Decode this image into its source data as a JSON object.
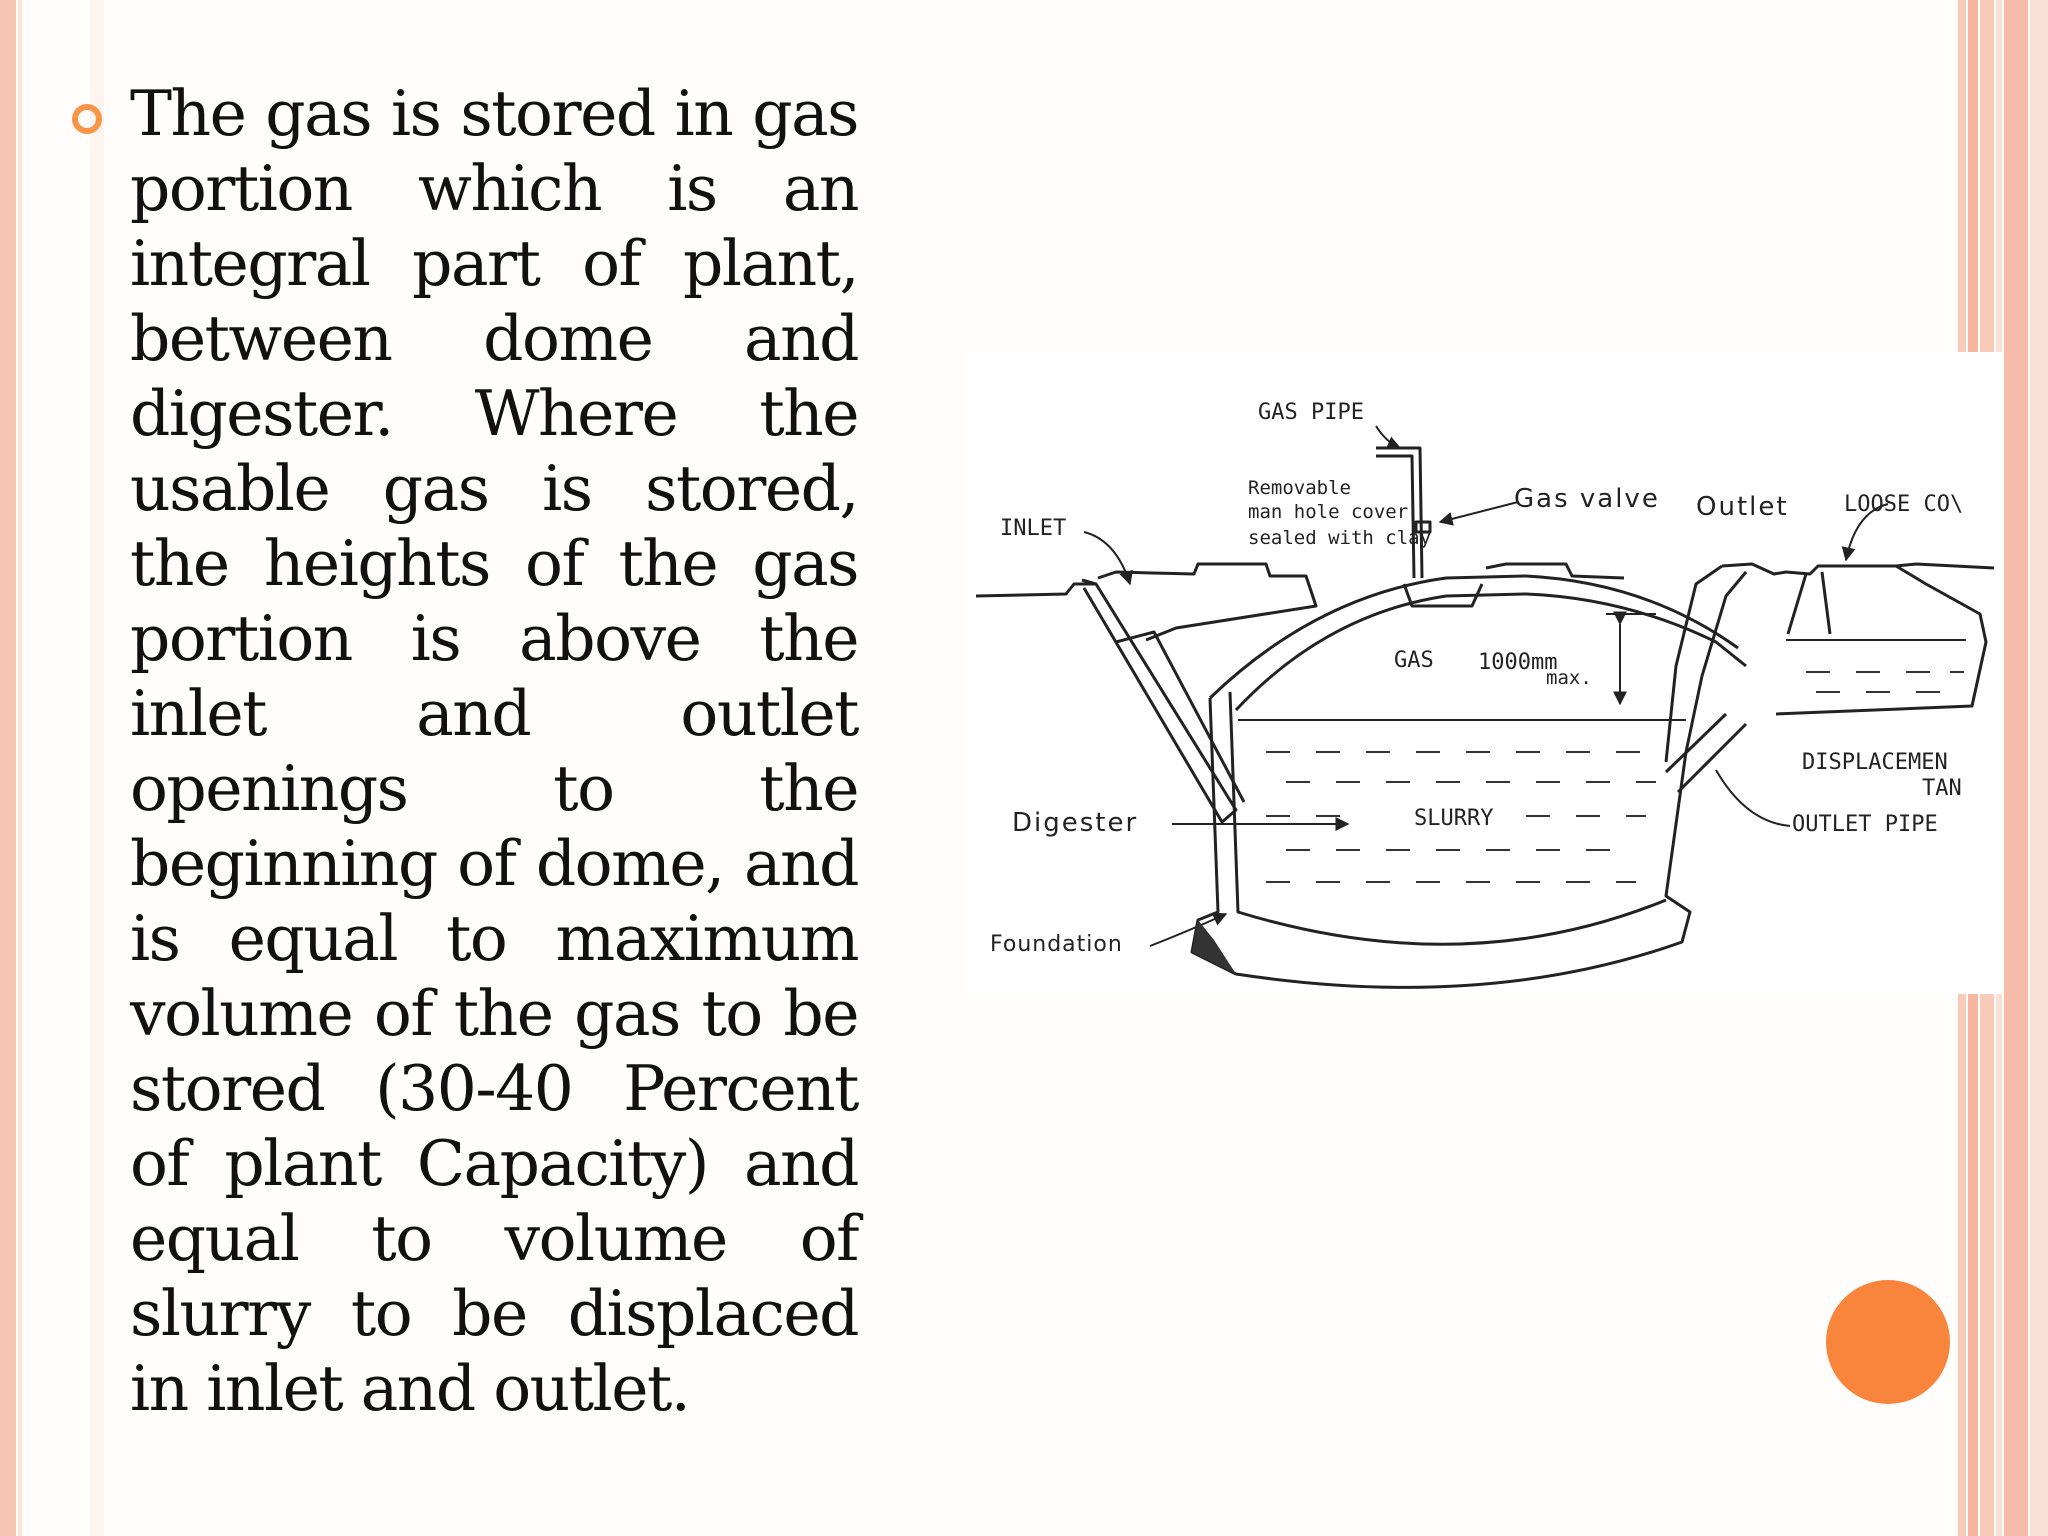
{
  "slide": {
    "paragraph": "The gas is stored in gas portion which is an integral part of plant, between dome and digester. Where the usable gas is stored, the heights of the gas portion is above the inlet and outlet openings to the beginning of dome, and is equal to maximum volume of the gas to be stored (30-40 Percent of plant Capacity) and equal to volume of slurry to be displaced in inlet and outlet."
  },
  "diagram": {
    "labels": {
      "gas_pipe": "GAS PIPE",
      "removable_cover": [
        "Removable",
        "man hole cover",
        "sealed with clay"
      ],
      "gas_valve": "Gas valve",
      "outlet": "Outlet",
      "loose_cover": "LOOSE CO\\",
      "inlet": "INLET",
      "gas": "GAS",
      "height": [
        "1000mm",
        "max."
      ],
      "displacement": [
        "DISPLACEMEN",
        "TAN"
      ],
      "outlet_pipe": "OUTLET PIPE",
      "digester": "Digester",
      "slurry": "SLURRY",
      "foundation": "Foundation"
    }
  },
  "colors": {
    "accent": "#f9853c",
    "bullet": "#f79548",
    "stripe": "#f7bca7"
  }
}
